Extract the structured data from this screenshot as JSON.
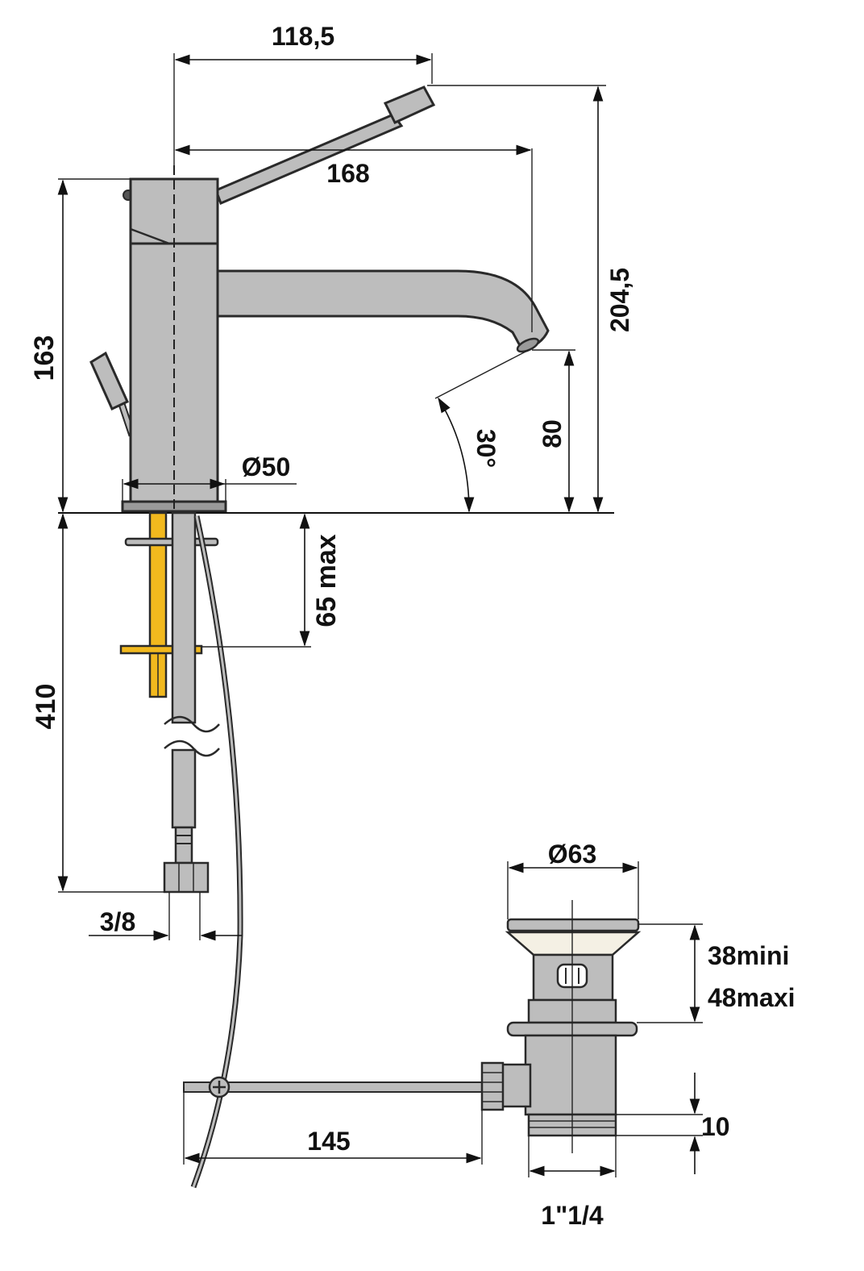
{
  "dimensions": {
    "lever_reach": "118,5",
    "spout_reach": "168",
    "body_height": "163",
    "total_height": "204,5",
    "body_diameter": "Ø50",
    "spout_angle": "30°",
    "spout_height": "80",
    "fixing_thickness": "65 max",
    "hose_length": "410",
    "hose_thread": "3/8",
    "waste_diameter": "Ø63",
    "waste_min": "38mini",
    "waste_max": "48maxi",
    "rod_length": "145",
    "waste_offset": "10",
    "waste_thread": "1\"1/4"
  },
  "colors": {
    "metal": "#bdbdbd",
    "metal_dark": "#9a9a9a",
    "outline": "#2a2a2a",
    "studs": "#f2b91e"
  }
}
